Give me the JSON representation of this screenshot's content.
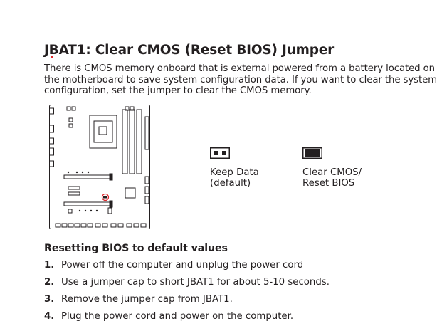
{
  "heading": {
    "title": "JBAT1: Clear CMOS (Reset BIOS) Jumper",
    "accent_color": "#e0282c"
  },
  "intro": {
    "lines": [
      "There is CMOS memory onboard that is external powered from a battery located on",
      "the motherboard to save system configuration data. If you want to clear the system",
      "configuration, set the jumper to clear the CMOS memory."
    ]
  },
  "diagram": {
    "highlight_color": "#e0282c"
  },
  "jumpers": {
    "keep": {
      "icon": "jumper-open-icon",
      "line1": "Keep Data",
      "line2": "(default)"
    },
    "clear": {
      "icon": "jumper-shorted-icon",
      "line1": "Clear CMOS/",
      "line2": "Reset BIOS"
    }
  },
  "section": {
    "title": "Resetting BIOS to default values"
  },
  "steps": [
    {
      "num": "1.",
      "text": "Power off the computer and unplug the power cord"
    },
    {
      "num": "2.",
      "text": "Use a jumper cap to short JBAT1 for about 5-10 seconds."
    },
    {
      "num": "3.",
      "text": "Remove the jumper cap from JBAT1."
    },
    {
      "num": "4.",
      "text": "Plug the power cord and power on the computer."
    }
  ]
}
